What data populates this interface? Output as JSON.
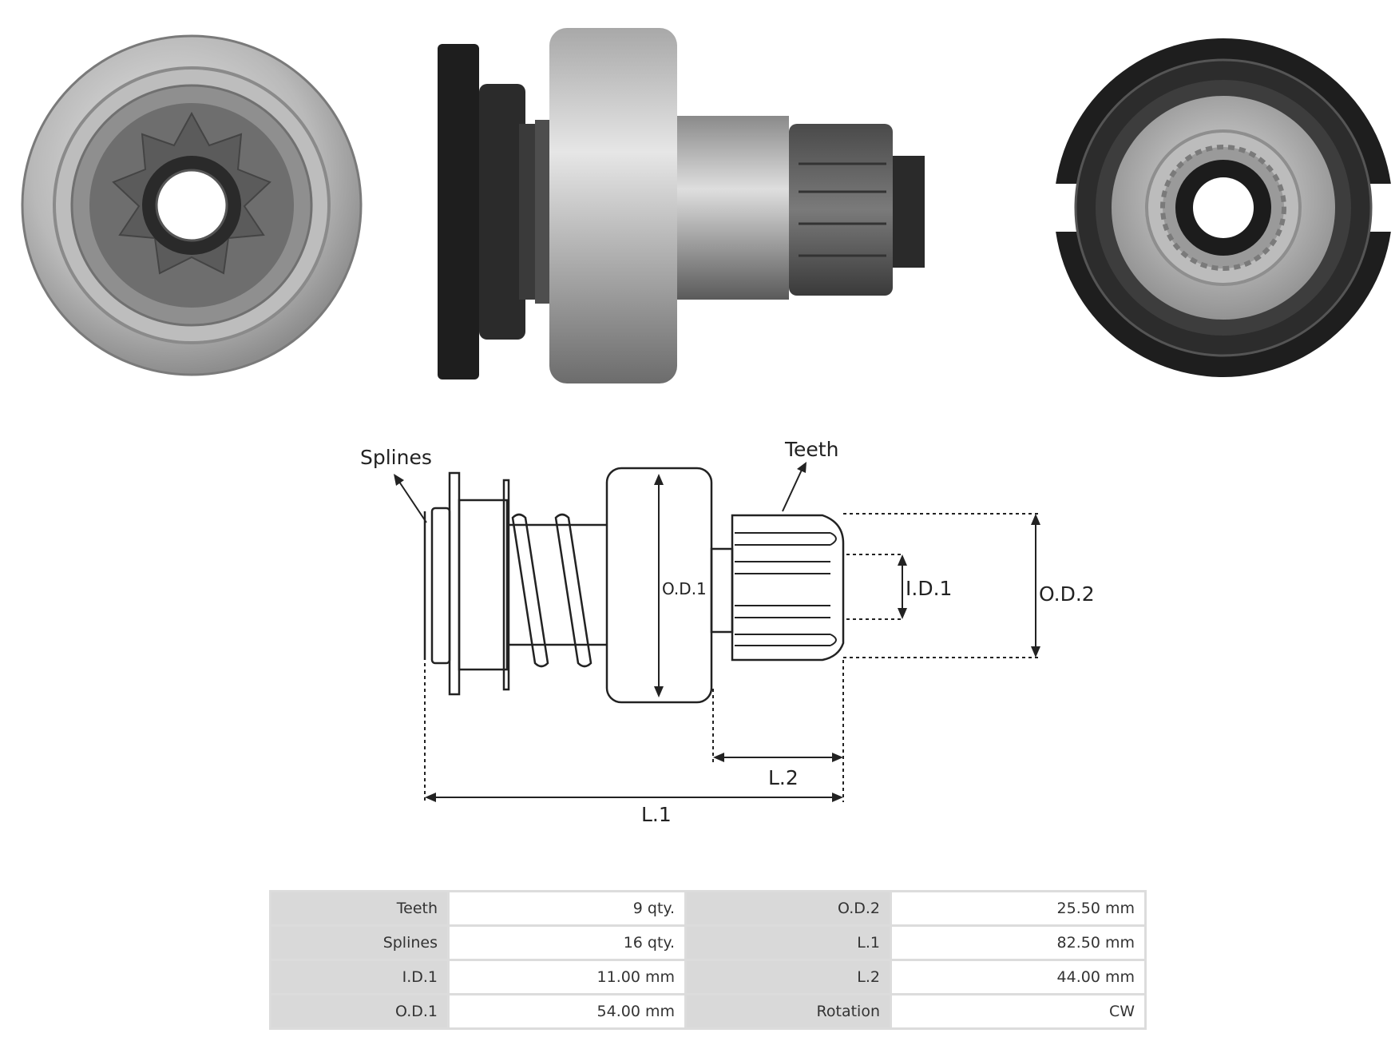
{
  "diagram": {
    "labels": {
      "splines": "Splines",
      "teeth": "Teeth",
      "od1": "O.D.1",
      "id1": "I.D.1",
      "od2": "O.D.2",
      "l2": "L.2",
      "l1": "L.1"
    }
  },
  "specs": {
    "rows": [
      {
        "label1": "Teeth",
        "value1": "9 qty.",
        "label2": "O.D.2",
        "value2": "25.50 mm"
      },
      {
        "label1": "Splines",
        "value1": "16 qty.",
        "label2": "L.1",
        "value2": "82.50 mm"
      },
      {
        "label1": "I.D.1",
        "value1": "11.00 mm",
        "label2": "L.2",
        "value2": "44.00 mm"
      },
      {
        "label1": "O.D.1",
        "value1": "54.00 mm",
        "label2": "Rotation",
        "value2": "CW"
      }
    ]
  },
  "colors": {
    "metal_light": "#c8c8c8",
    "metal_dark": "#555555",
    "black_part": "#1e1e1e",
    "line": "#222222"
  }
}
